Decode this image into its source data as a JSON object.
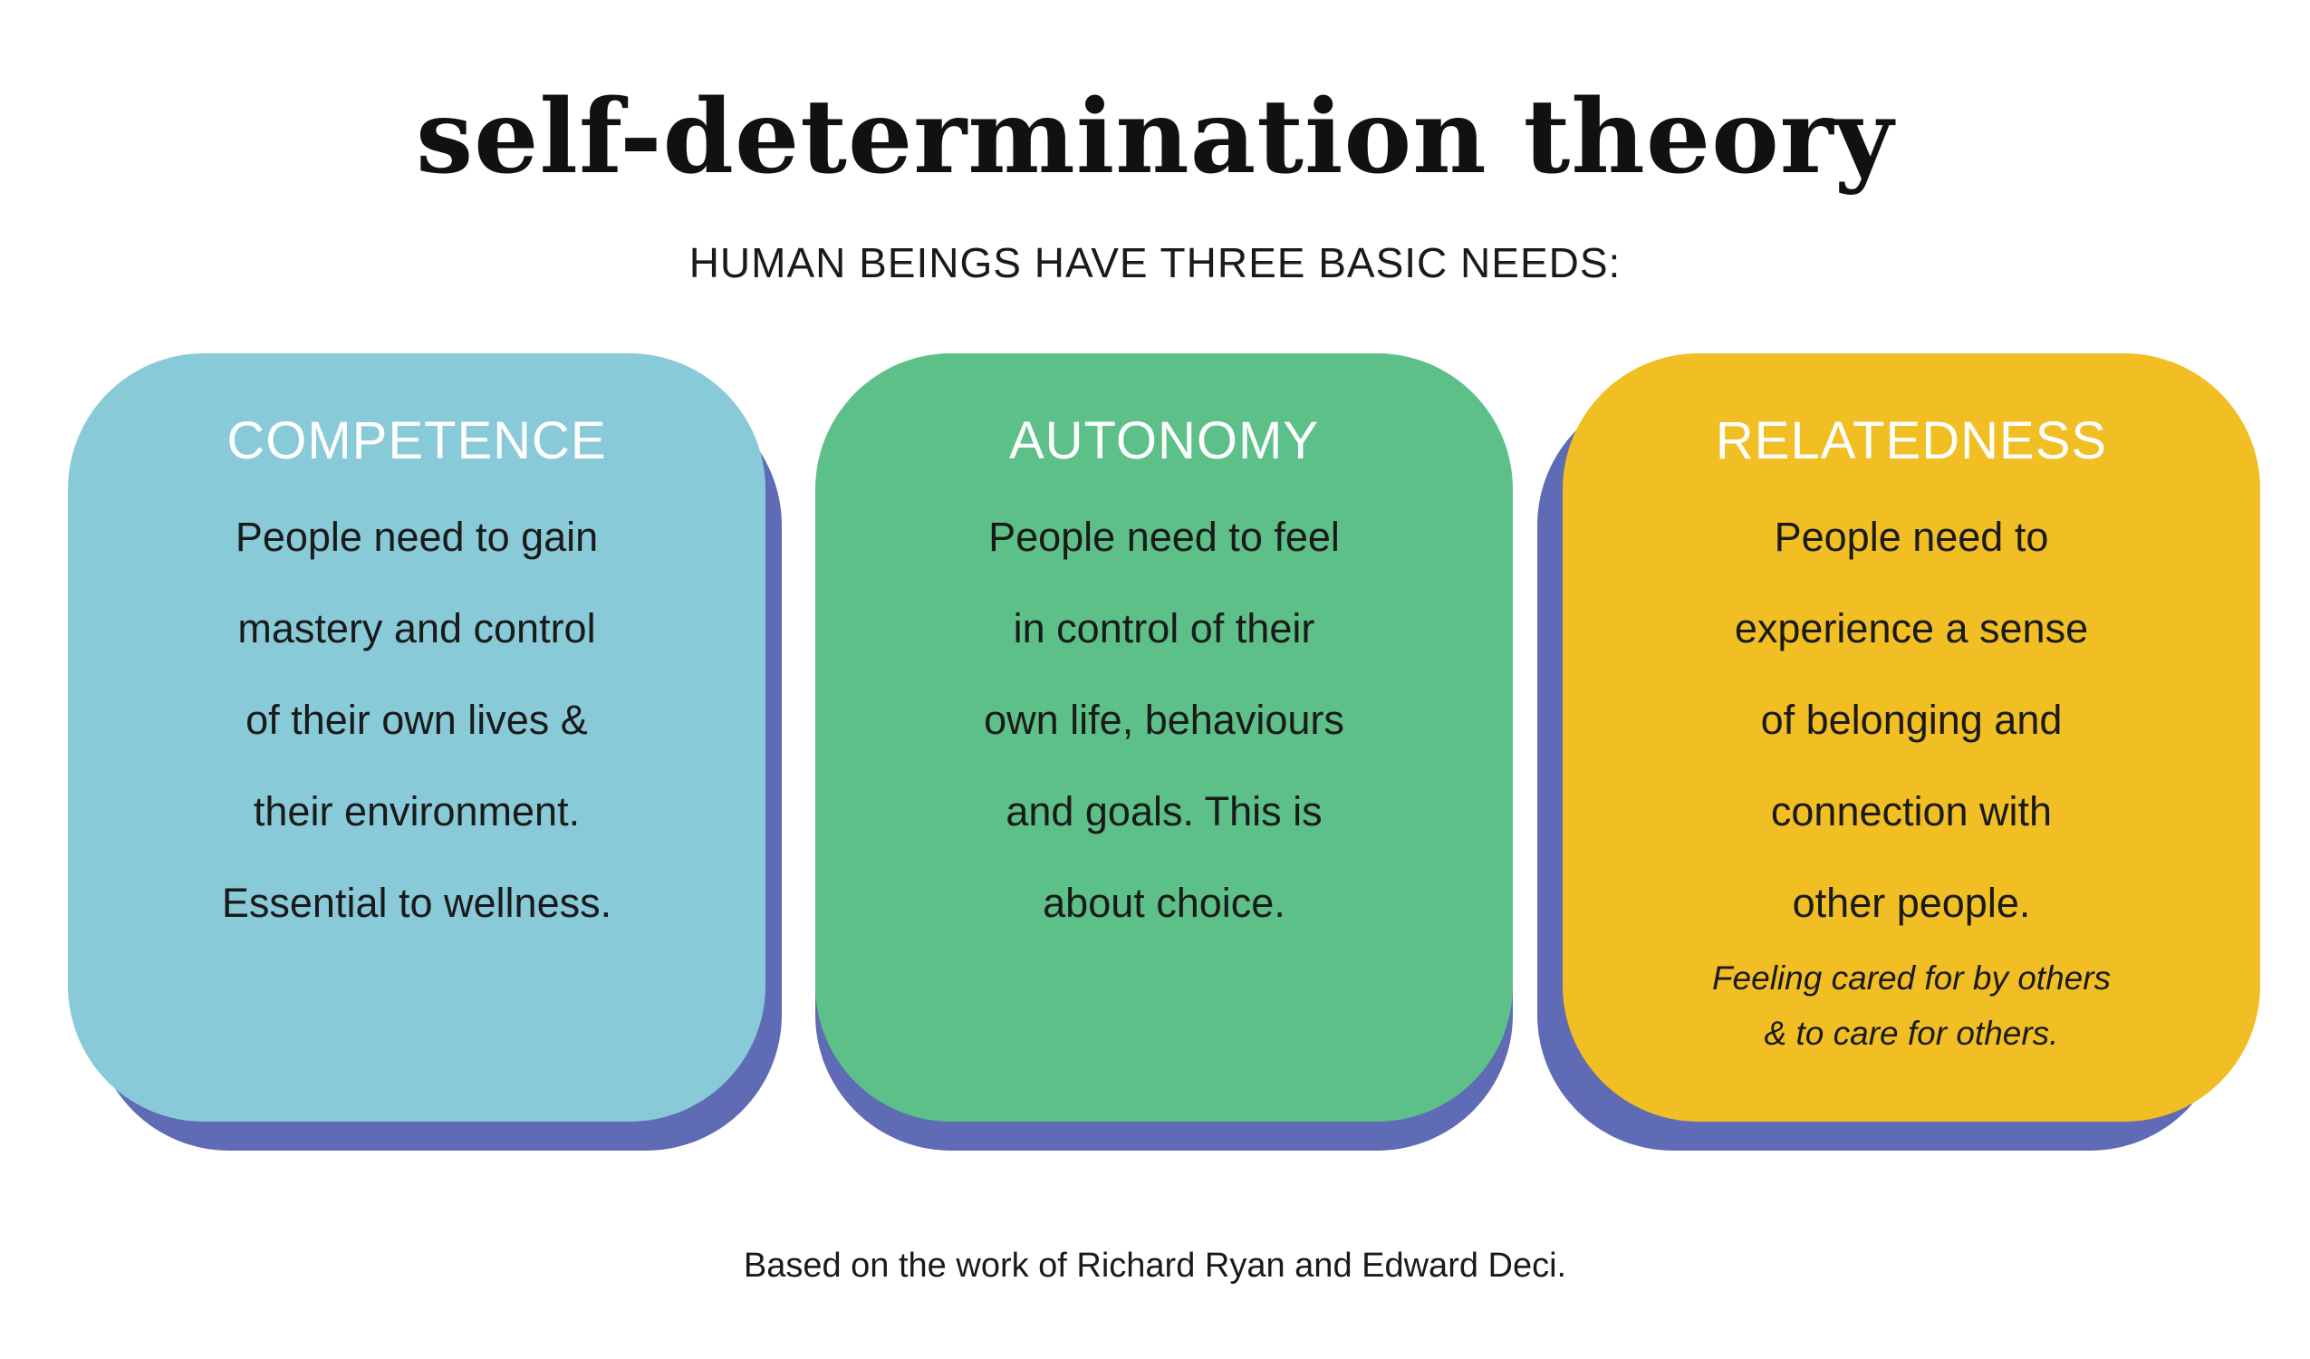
{
  "title": "self-determination theory",
  "subtitle": "HUMAN BEINGS HAVE THREE BASIC NEEDS:",
  "colors": {
    "competence": "#89cad8",
    "autonomy": "#5cc088",
    "relatedness": "#f1be24",
    "shadow": "#5f6bb4"
  },
  "cards": [
    {
      "heading": "COMPETENCE",
      "lines": [
        "People need to gain",
        "mastery and control",
        "of their own lives &",
        "their environment.",
        "Essential to wellness."
      ]
    },
    {
      "heading": "AUTONOMY",
      "lines": [
        "People need to feel",
        "in control of their",
        "own life, behaviours",
        "and goals. This is",
        "about choice."
      ]
    },
    {
      "heading": "RELATEDNESS",
      "lines": [
        "People need to",
        "experience a sense",
        "of belonging and",
        "connection with",
        "other people."
      ],
      "note_lines": [
        "Feeling cared for by others",
        "& to care for others."
      ]
    }
  ],
  "footer": "Based on the work of Richard Ryan and Edward Deci."
}
